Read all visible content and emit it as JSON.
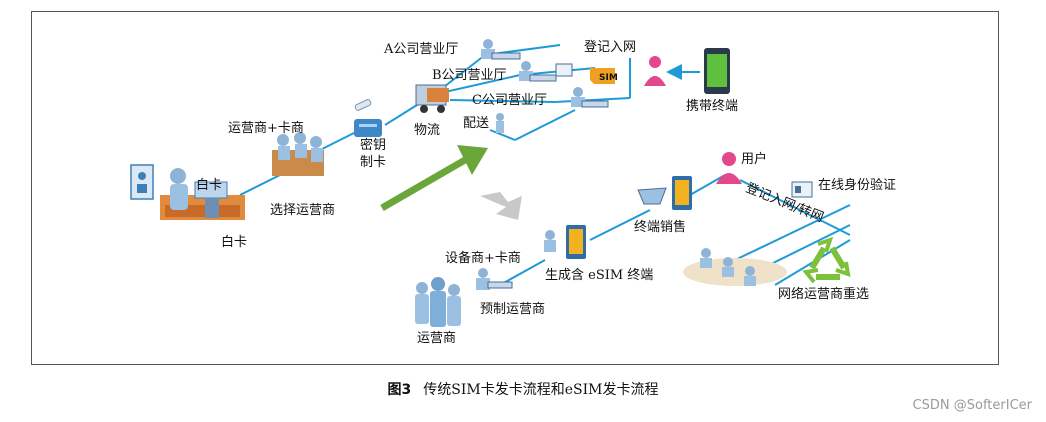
{
  "labels": {
    "a_hall": "A公司营业厅",
    "b_hall": "B公司营业厅",
    "c_hall": "C公司营业厅",
    "register_network": "登记入网",
    "sim": "SIM",
    "portable_terminal": "携带终端",
    "operator_card_vendor": "运营商+卡商",
    "key": "密钥",
    "make_card": "制卡",
    "logistics": "物流",
    "delivery": "配送",
    "white_card_top": "白卡",
    "select_operator": "选择运营商",
    "white_card_bottom": "白卡",
    "user": "用户",
    "online_verify": "在线身份验证",
    "register_transfer": "登记入网/转网",
    "terminal_sales": "终端销售",
    "device_card_vendor": "设备商+卡商",
    "generate_esim_terminal": "生成含 eSIM 终端",
    "preset_operator": "预制运营商",
    "network_operator_reselect": "网络运营商重选",
    "operator": "运营商"
  },
  "caption": {
    "figure_no": "图3",
    "title": "传统SIM卡发卡流程和eSIM发卡流程"
  },
  "watermark": "CSDN @SofterICer",
  "colors": {
    "flow_line": "#1e9bd7",
    "green_arrow": "#6aa63a",
    "gray_arrow": "#c8c8c8",
    "user_pink": "#e2488a",
    "recycle_green": "#7cc13a"
  }
}
